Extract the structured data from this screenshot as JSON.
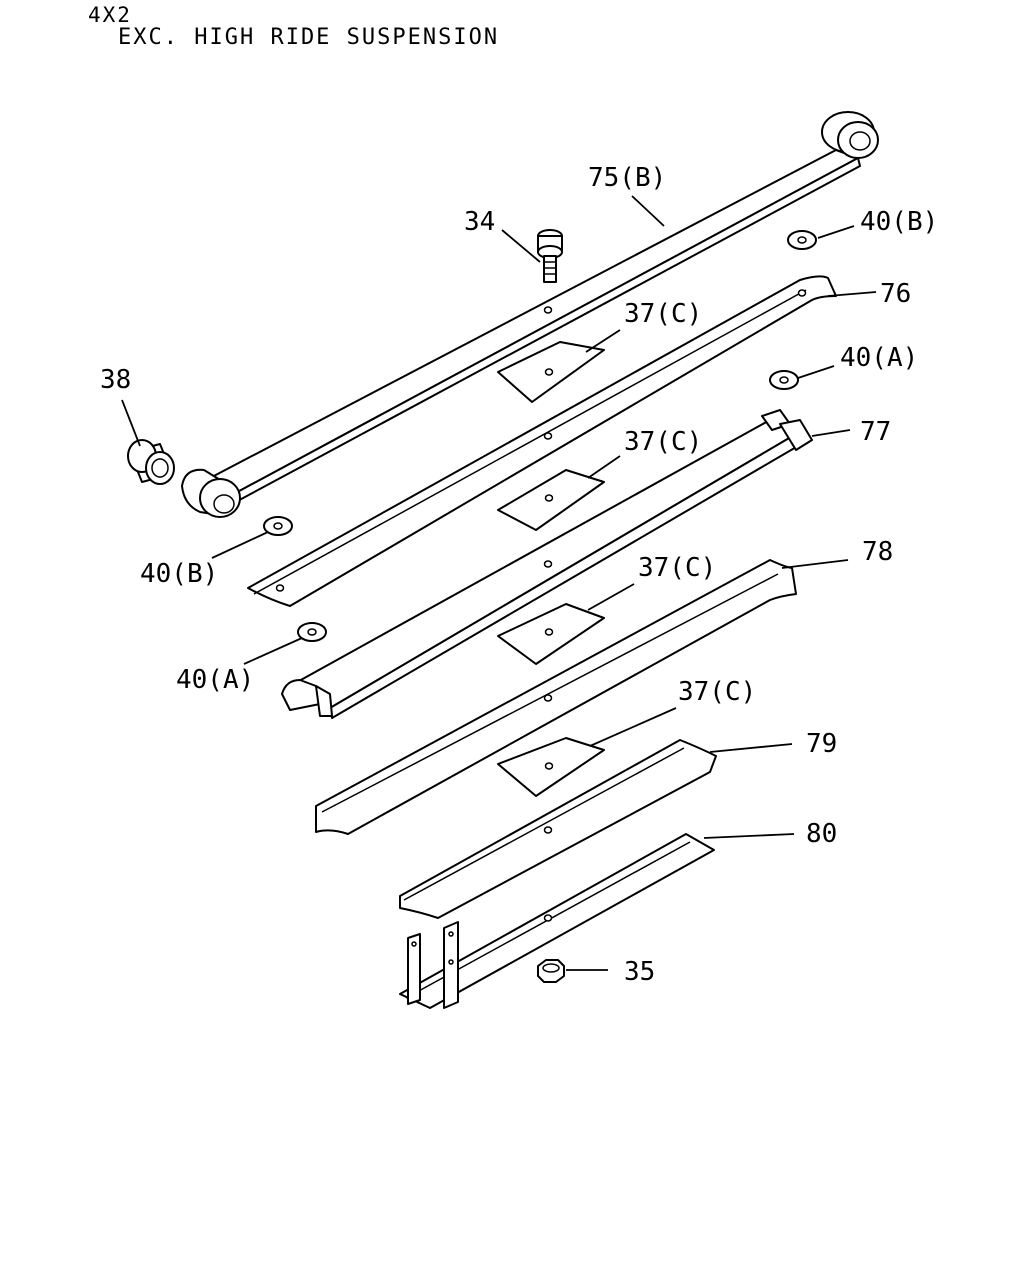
{
  "header": {
    "line1": "4X2",
    "line2": "EXC. HIGH RIDE SUSPENSION"
  },
  "callouts": {
    "c75b": "75(B)",
    "c34": "34",
    "c40b_top": "40(B)",
    "c76": "76",
    "c37c_1": "37(C)",
    "c40a_right": "40(A)",
    "c38": "38",
    "c77": "77",
    "c37c_2": "37(C)",
    "c40b_left": "40(B)",
    "c78": "78",
    "c37c_3": "37(C)",
    "c40a_left": "40(A)",
    "c37c_4": "37(C)",
    "c79": "79",
    "c80": "80",
    "c35": "35"
  }
}
